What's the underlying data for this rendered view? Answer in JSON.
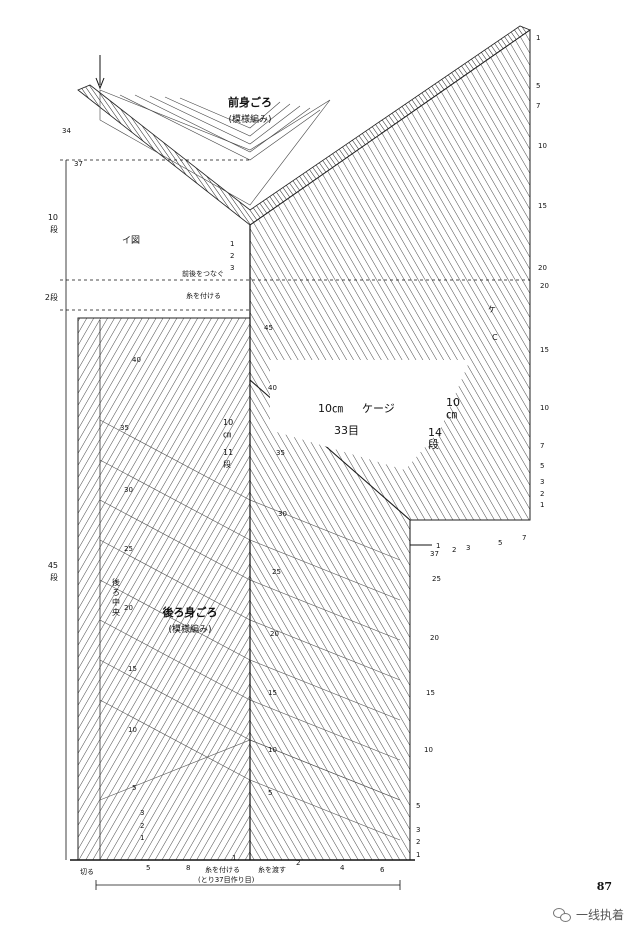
{
  "diagram": {
    "front_title": "前身ごろ",
    "front_sub": "(模様編み)",
    "back_title": "後ろ身ごろ",
    "back_sub": "(模様編み)",
    "back_center": [
      "後",
      "ろ",
      "中",
      "央"
    ],
    "figure_label": "イ図",
    "note_join": "前後をつなぐ",
    "note_attach_top": "糸を付ける",
    "note_attach_bottom": "糸を付ける",
    "note_chain": "(とり37目作り目)",
    "note_transfer": "糸を渡す",
    "note_cut": "切る",
    "dim_top": [
      "10",
      "段"
    ],
    "dim_mid": "2段",
    "dim_bottom": [
      "45",
      "段"
    ],
    "gauge_a": "10㎝",
    "gauge_b": "ケージ",
    "gauge_c": "33目",
    "gauge_d": [
      "10",
      "㎝"
    ],
    "gauge_e": [
      "14",
      "段"
    ],
    "gauge_f": [
      "10",
      "㎝",
      "11",
      "段"
    ],
    "right_rows": [
      "1",
      "5",
      "7",
      "10",
      "15",
      "20",
      "20",
      "15",
      "10",
      "7",
      "5",
      "3",
      "2",
      "1"
    ],
    "center_rows": [
      "45",
      "40",
      "35",
      "30",
      "25",
      "20",
      "15",
      "10",
      "5"
    ],
    "left_rows": [
      "40",
      "35",
      "30",
      "25",
      "20",
      "15",
      "10",
      "5",
      "3",
      "2",
      "1"
    ],
    "outer_rows": [
      "25",
      "20",
      "15",
      "10",
      "5",
      "3",
      "2",
      "1"
    ],
    "top_left_rows": [
      "34",
      "37"
    ],
    "short_rows": [
      "1",
      "2",
      "3"
    ],
    "bottom_counts": [
      "5",
      "8",
      "1",
      "2",
      "4",
      "6"
    ],
    "step_counts": [
      "37",
      "1",
      "2",
      "3",
      "5",
      "7"
    ],
    "mark_ke": "ケ",
    "mark_c": "C"
  },
  "footer": {
    "page_number": "87",
    "watermark": "一线执着"
  }
}
